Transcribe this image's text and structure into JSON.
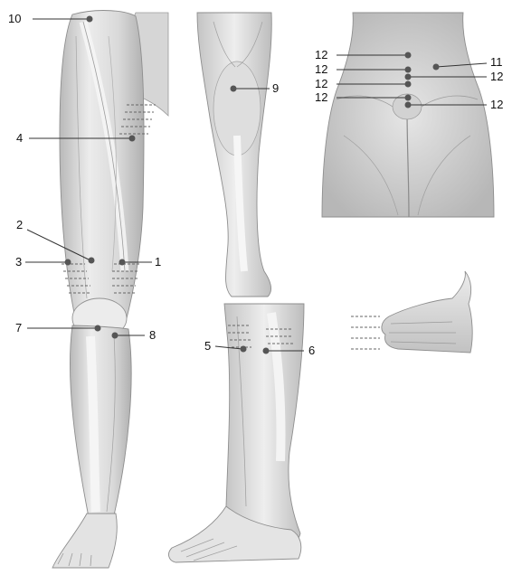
{
  "labels": {
    "l1": "1",
    "l2": "2",
    "l3": "3",
    "l4": "4",
    "l5": "5",
    "l6": "6",
    "l7": "7",
    "l8": "8",
    "l9": "9",
    "l10": "10",
    "l11": "11",
    "l12": "12"
  },
  "colors": {
    "skin_light": "#e9e9e9",
    "skin_mid": "#cfcfcf",
    "skin_dark": "#a9a9a9",
    "point": "#555555",
    "leader": "#333333"
  }
}
